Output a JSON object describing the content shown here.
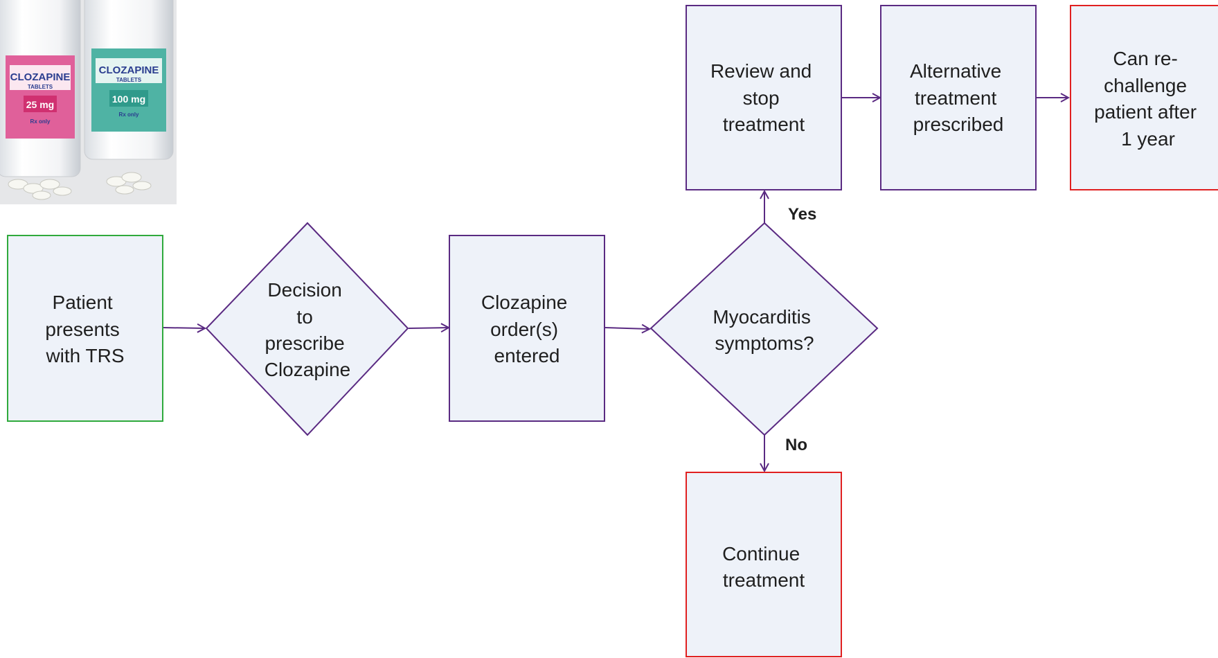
{
  "photo": {
    "bottles": [
      {
        "brand": "CLOZAPINE",
        "form": "TABLETS",
        "strength": "25 mg",
        "rx": "Rx only",
        "color": "#e0609a"
      },
      {
        "brand": "CLOZAPINE",
        "form": "TABLETS",
        "strength": "100 mg",
        "rx": "Rx only",
        "color": "#4fb3a4"
      }
    ]
  },
  "colors": {
    "node_fill": "#eef2f9",
    "arrow": "#5a2a82",
    "start_border": "#2faa3c",
    "end_border": "#e02020",
    "process_border": "#5a2a82"
  },
  "nodes": {
    "start": {
      "lines": [
        "Patient",
        "presents",
        "with TRS"
      ]
    },
    "decision_prescribe": {
      "lines": [
        "Decision",
        "to",
        "prescribe",
        "Clozapine"
      ]
    },
    "orders": {
      "lines": [
        "Clozapine",
        "order(s)",
        "entered"
      ]
    },
    "decision_symptoms": {
      "lines": [
        "Myocarditis",
        "symptoms?"
      ]
    },
    "review": {
      "lines": [
        "Review and",
        "stop",
        "treatment"
      ]
    },
    "alternative": {
      "lines": [
        "Alternative",
        "treatment",
        "prescribed"
      ]
    },
    "rechallenge": {
      "lines": [
        "Can re-",
        "challenge",
        "patient after",
        "1 year"
      ]
    },
    "continue": {
      "lines": [
        "Continue",
        "treatment"
      ]
    }
  },
  "edge_labels": {
    "yes": "Yes",
    "no": "No"
  }
}
